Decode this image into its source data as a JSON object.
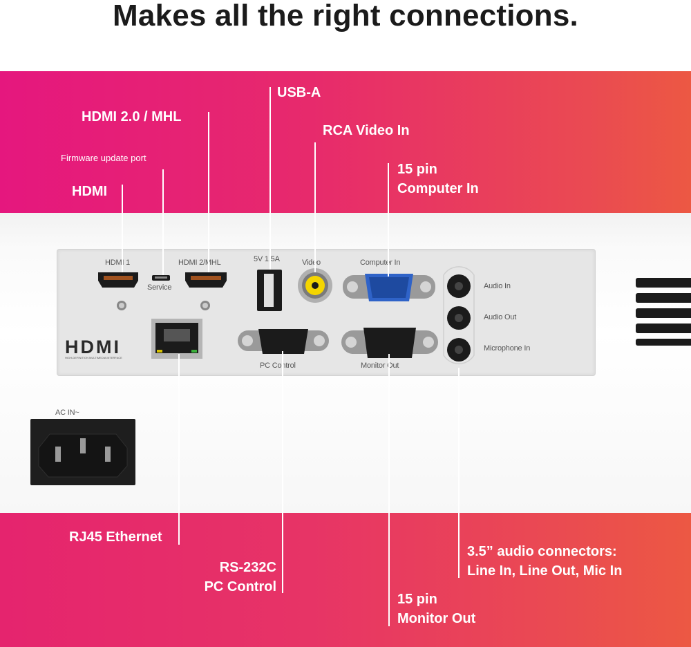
{
  "page": {
    "title": "Makes all the right connections."
  },
  "callouts": {
    "usb_a": "USB-A",
    "hdmi2_mhl": "HDMI 2.0 / MHL",
    "rca_video": "RCA Video In",
    "firmware": "Firmware update port",
    "computer_in_l1": "15 pin",
    "computer_in_l2": "Computer In",
    "hdmi": "HDMI",
    "rj45": "RJ45 Ethernet",
    "rs232_l1": "RS-232C",
    "rs232_l2": "PC Control",
    "audio_l1": "3.5” audio connectors:",
    "audio_l2": "Line In, Line Out, Mic In",
    "monitor_out_l1": "15 pin",
    "monitor_out_l2": "Monitor Out"
  },
  "port_labels": {
    "hdmi1": "HDMI 1",
    "service": "Service",
    "hdmi2": "HDMI 2/MHL",
    "usb_power": "5V  1.5A",
    "video": "Video",
    "computer_in": "Computer In",
    "audio_in": "Audio In",
    "audio_out": "Audio Out",
    "mic_in": "Microphone In",
    "pc_control": "PC Control",
    "monitor_out": "Monitor Out",
    "ac_in": "AC IN~",
    "hdmi_logo": "HDMI",
    "hdmi_logo_sub": "HIGH-DEFINITION MULTIMEDIA INTERFACE"
  },
  "colors": {
    "accent_left": "#e5177e",
    "accent_right": "#ec5843",
    "text_dark": "#1b1b1b"
  }
}
